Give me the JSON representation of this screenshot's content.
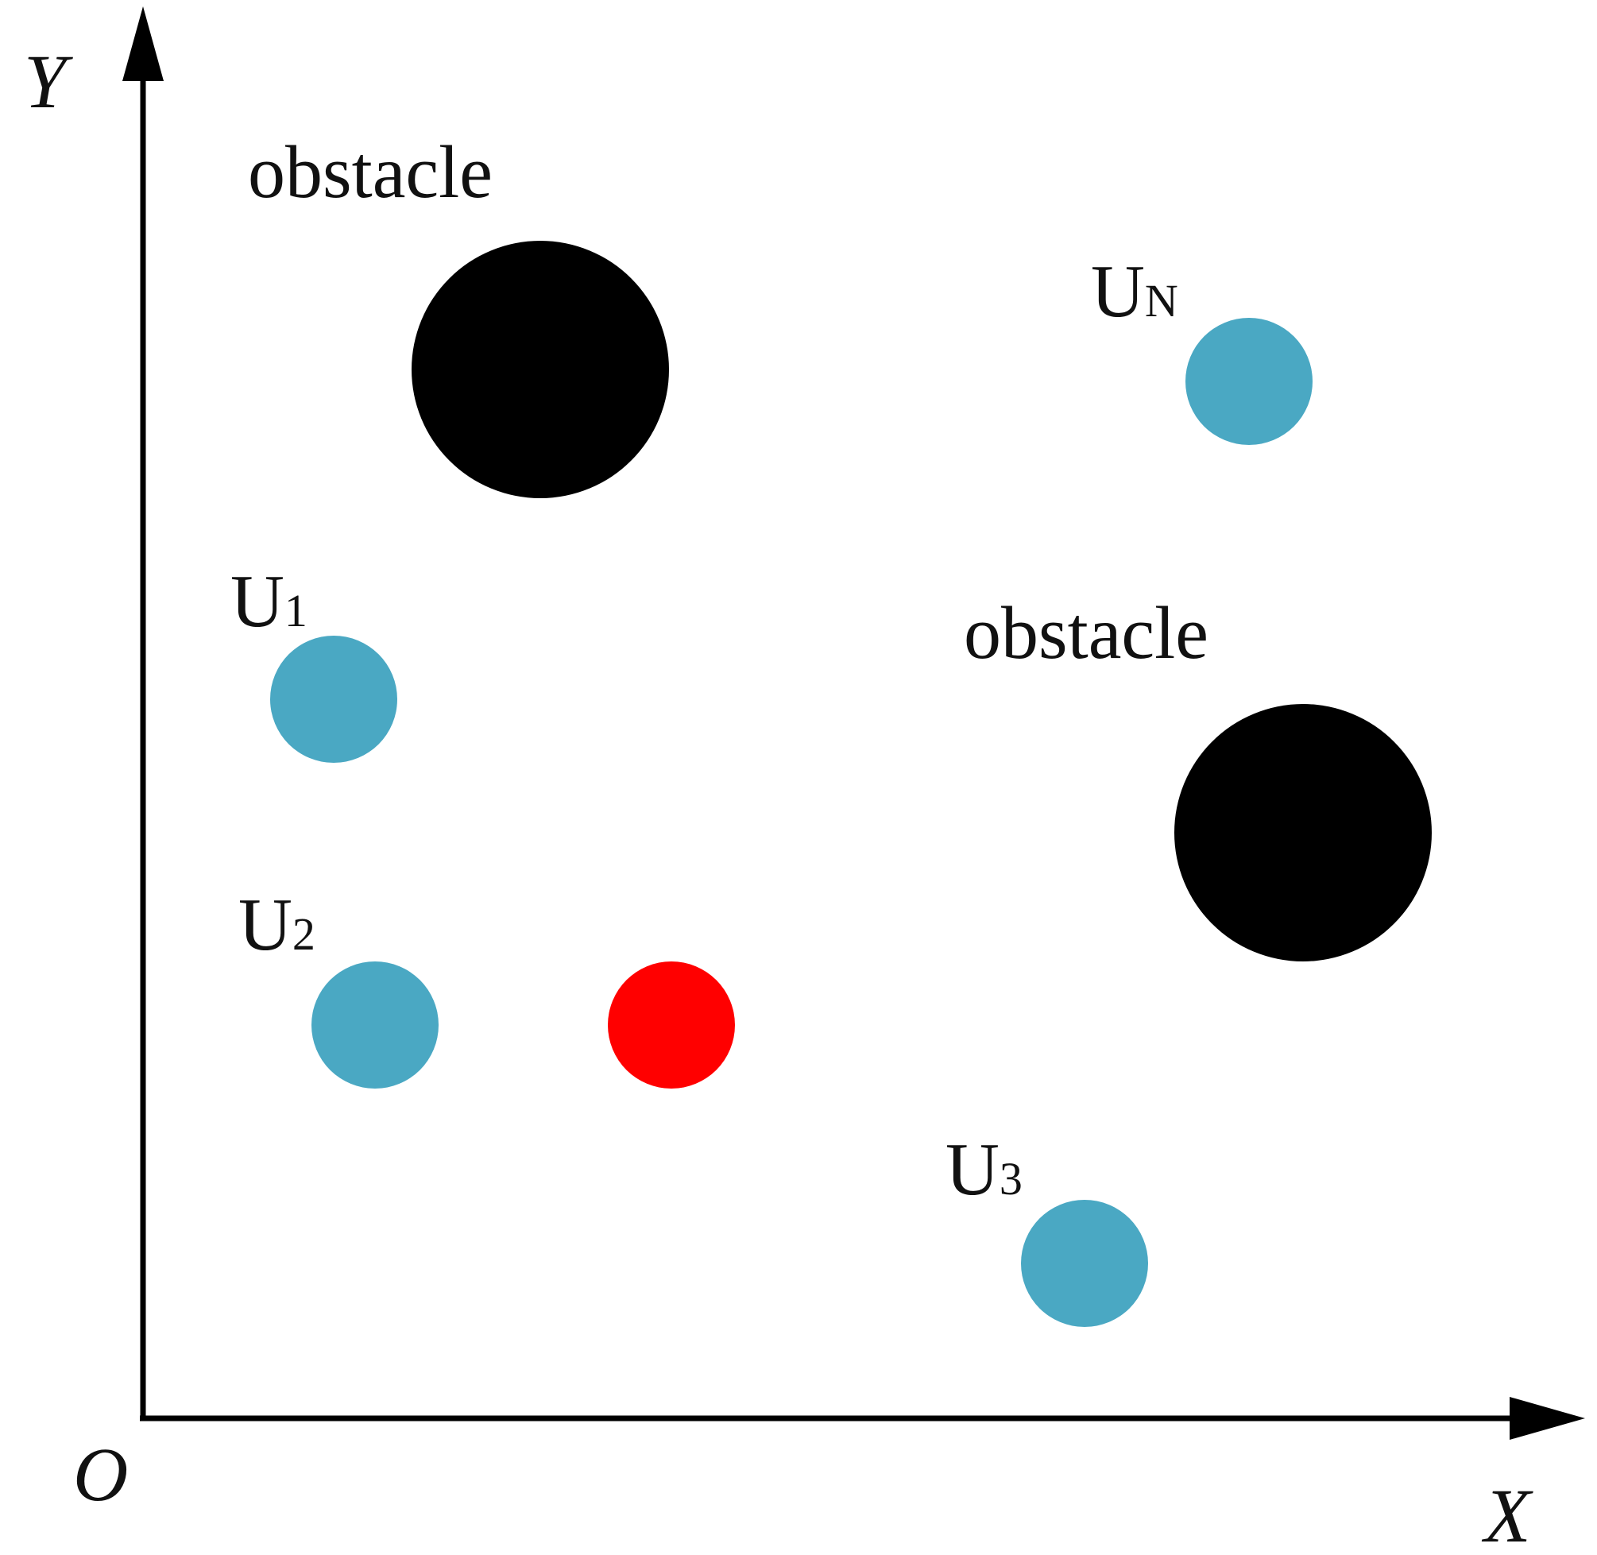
{
  "axes": {
    "x_label": "X",
    "y_label": "Y",
    "origin_label": "O"
  },
  "colors": {
    "background": "#ffffff",
    "axis": "#000000",
    "obstacle": "#000000",
    "uav": "#4aa8c3",
    "target": "#ff0000"
  },
  "obstacles": [
    {
      "label": "obstacle"
    },
    {
      "label": "obstacle"
    }
  ],
  "uavs": [
    {
      "base": "U",
      "subscript": "1"
    },
    {
      "base": "U",
      "subscript": "2"
    },
    {
      "base": "U",
      "subscript": "3"
    },
    {
      "base": "U",
      "subscript": "N"
    }
  ],
  "target": {
    "label": ""
  }
}
